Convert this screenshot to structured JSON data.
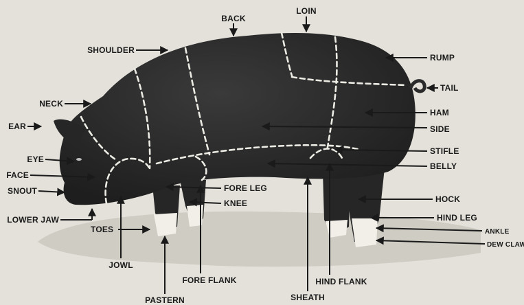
{
  "colors": {
    "paper": "#e4e1da",
    "pig": "#2b2b2b",
    "ground": "#cfccc4",
    "text": "#1a1a1a",
    "seams": "#ecebe4"
  },
  "labels": {
    "back": "BACK",
    "loin": "LOIN",
    "shoulder": "SHOULDER",
    "rump": "RUMP",
    "tail": "TAIL",
    "neck": "NECK",
    "ham": "HAM",
    "ear": "EAR",
    "side": "SIDE",
    "eye": "EYE",
    "stifle": "STIFLE",
    "face": "FACE",
    "belly": "BELLY",
    "snout": "SNOUT",
    "fore_leg": "FORE LEG",
    "knee": "KNEE",
    "hock": "HOCK",
    "lower_jaw": "LOWER JAW",
    "hind_leg": "HIND LEG",
    "toes": "TOES",
    "ankle": "ANKLE",
    "dew_claw": "DEW CLAW",
    "jowl": "JOWL",
    "fore_flank": "FORE FLANK",
    "hind_flank": "HIND FLANK",
    "pastern": "PASTERN",
    "sheath": "SHEATH"
  }
}
